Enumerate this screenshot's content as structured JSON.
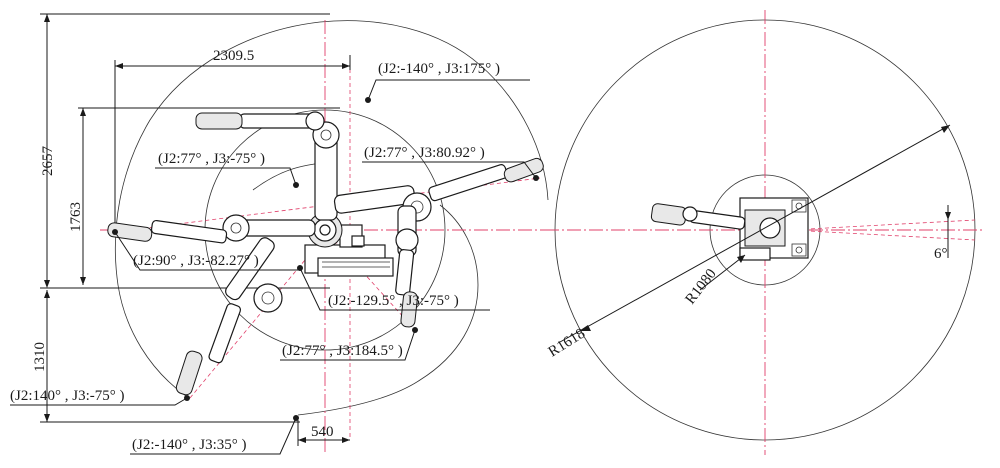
{
  "side_view": {
    "dimensions": {
      "width_top": "2309.5",
      "height_total": "2657",
      "height_upper": "1763",
      "height_lower": "1310",
      "offset_bottom": "540"
    },
    "pose_labels": {
      "p1": "(J2:-140°  , J3:175° )",
      "p2": "(J2:77°  , J3:-75° )",
      "p3": "(J2:77°  , J3:80.92° )",
      "p4": "(J2:90°  , J3:-82.27° )",
      "p5": "(J2:-129.5°  , J3:-75° )",
      "p6": "(J2:77°  , J3:184.5° )",
      "p7": "(J2:140°  , J3:-75° )",
      "p8": "(J2:-140°  , J3:35° )"
    }
  },
  "top_view": {
    "dimensions": {
      "radius_outer": "R1618",
      "radius_inner": "R1080",
      "angle": "6°"
    }
  }
}
